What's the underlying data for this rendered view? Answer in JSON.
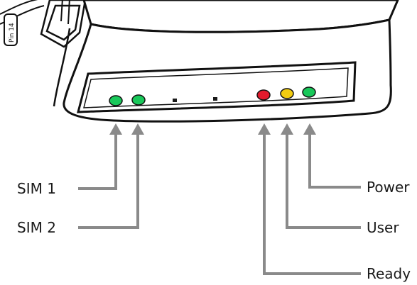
{
  "pin_tag": "Pin 14",
  "labels": {
    "sim1": "SIM 1",
    "sim2": "SIM 2",
    "power": "Power",
    "user": "User",
    "ready": "Ready"
  },
  "led_colors": {
    "green": "#19c85a",
    "red": "#e21a2c",
    "yellow": "#f2cc10",
    "off": "#1a1a1a"
  },
  "arrow_color": "#8a8a8a",
  "outline_color": "#111111"
}
